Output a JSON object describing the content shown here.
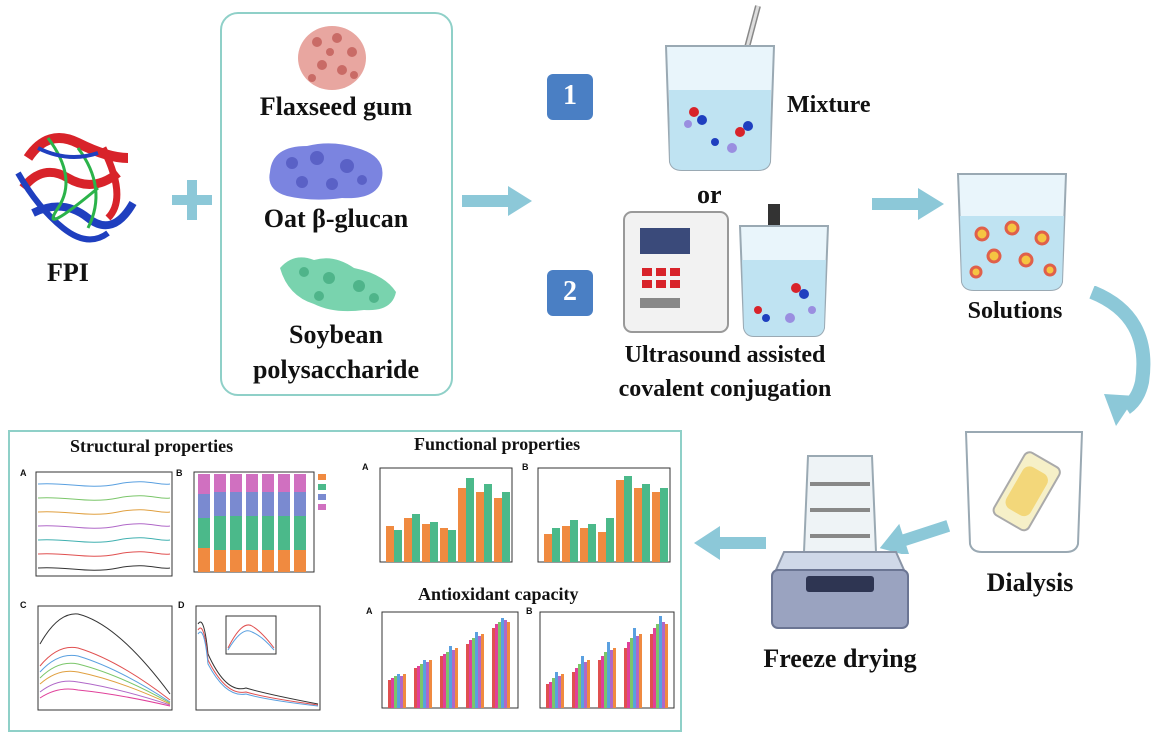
{
  "left": {
    "protein_label": "FPI"
  },
  "polysaccharides": {
    "items": [
      "Flaxseed gum",
      "Oat β-glucan",
      "Soybean",
      "polysaccharide"
    ]
  },
  "methods": {
    "step1_number": "1",
    "step2_number": "2",
    "mixture_label": "Mixture",
    "or_label": "or",
    "ultrasound_line1": "Ultrasound assisted",
    "ultrasound_line2": "covalent conjugation"
  },
  "right": {
    "solutions_label": "Solutions",
    "dialysis_label": "Dialysis",
    "freeze_label": "Freeze drying"
  },
  "results": {
    "structural_title": "Structural properties",
    "functional_title": "Functional properties",
    "antioxidant_title": "Antioxidant capacity",
    "panel_letters": [
      "A",
      "B",
      "C",
      "D",
      "A",
      "B",
      "A",
      "B"
    ]
  },
  "colors": {
    "arrow": "#8cc8d8",
    "badge": "#4a7fc4",
    "panel_border": "#8fd0c8",
    "beaker_water": "#bfe3f2"
  }
}
